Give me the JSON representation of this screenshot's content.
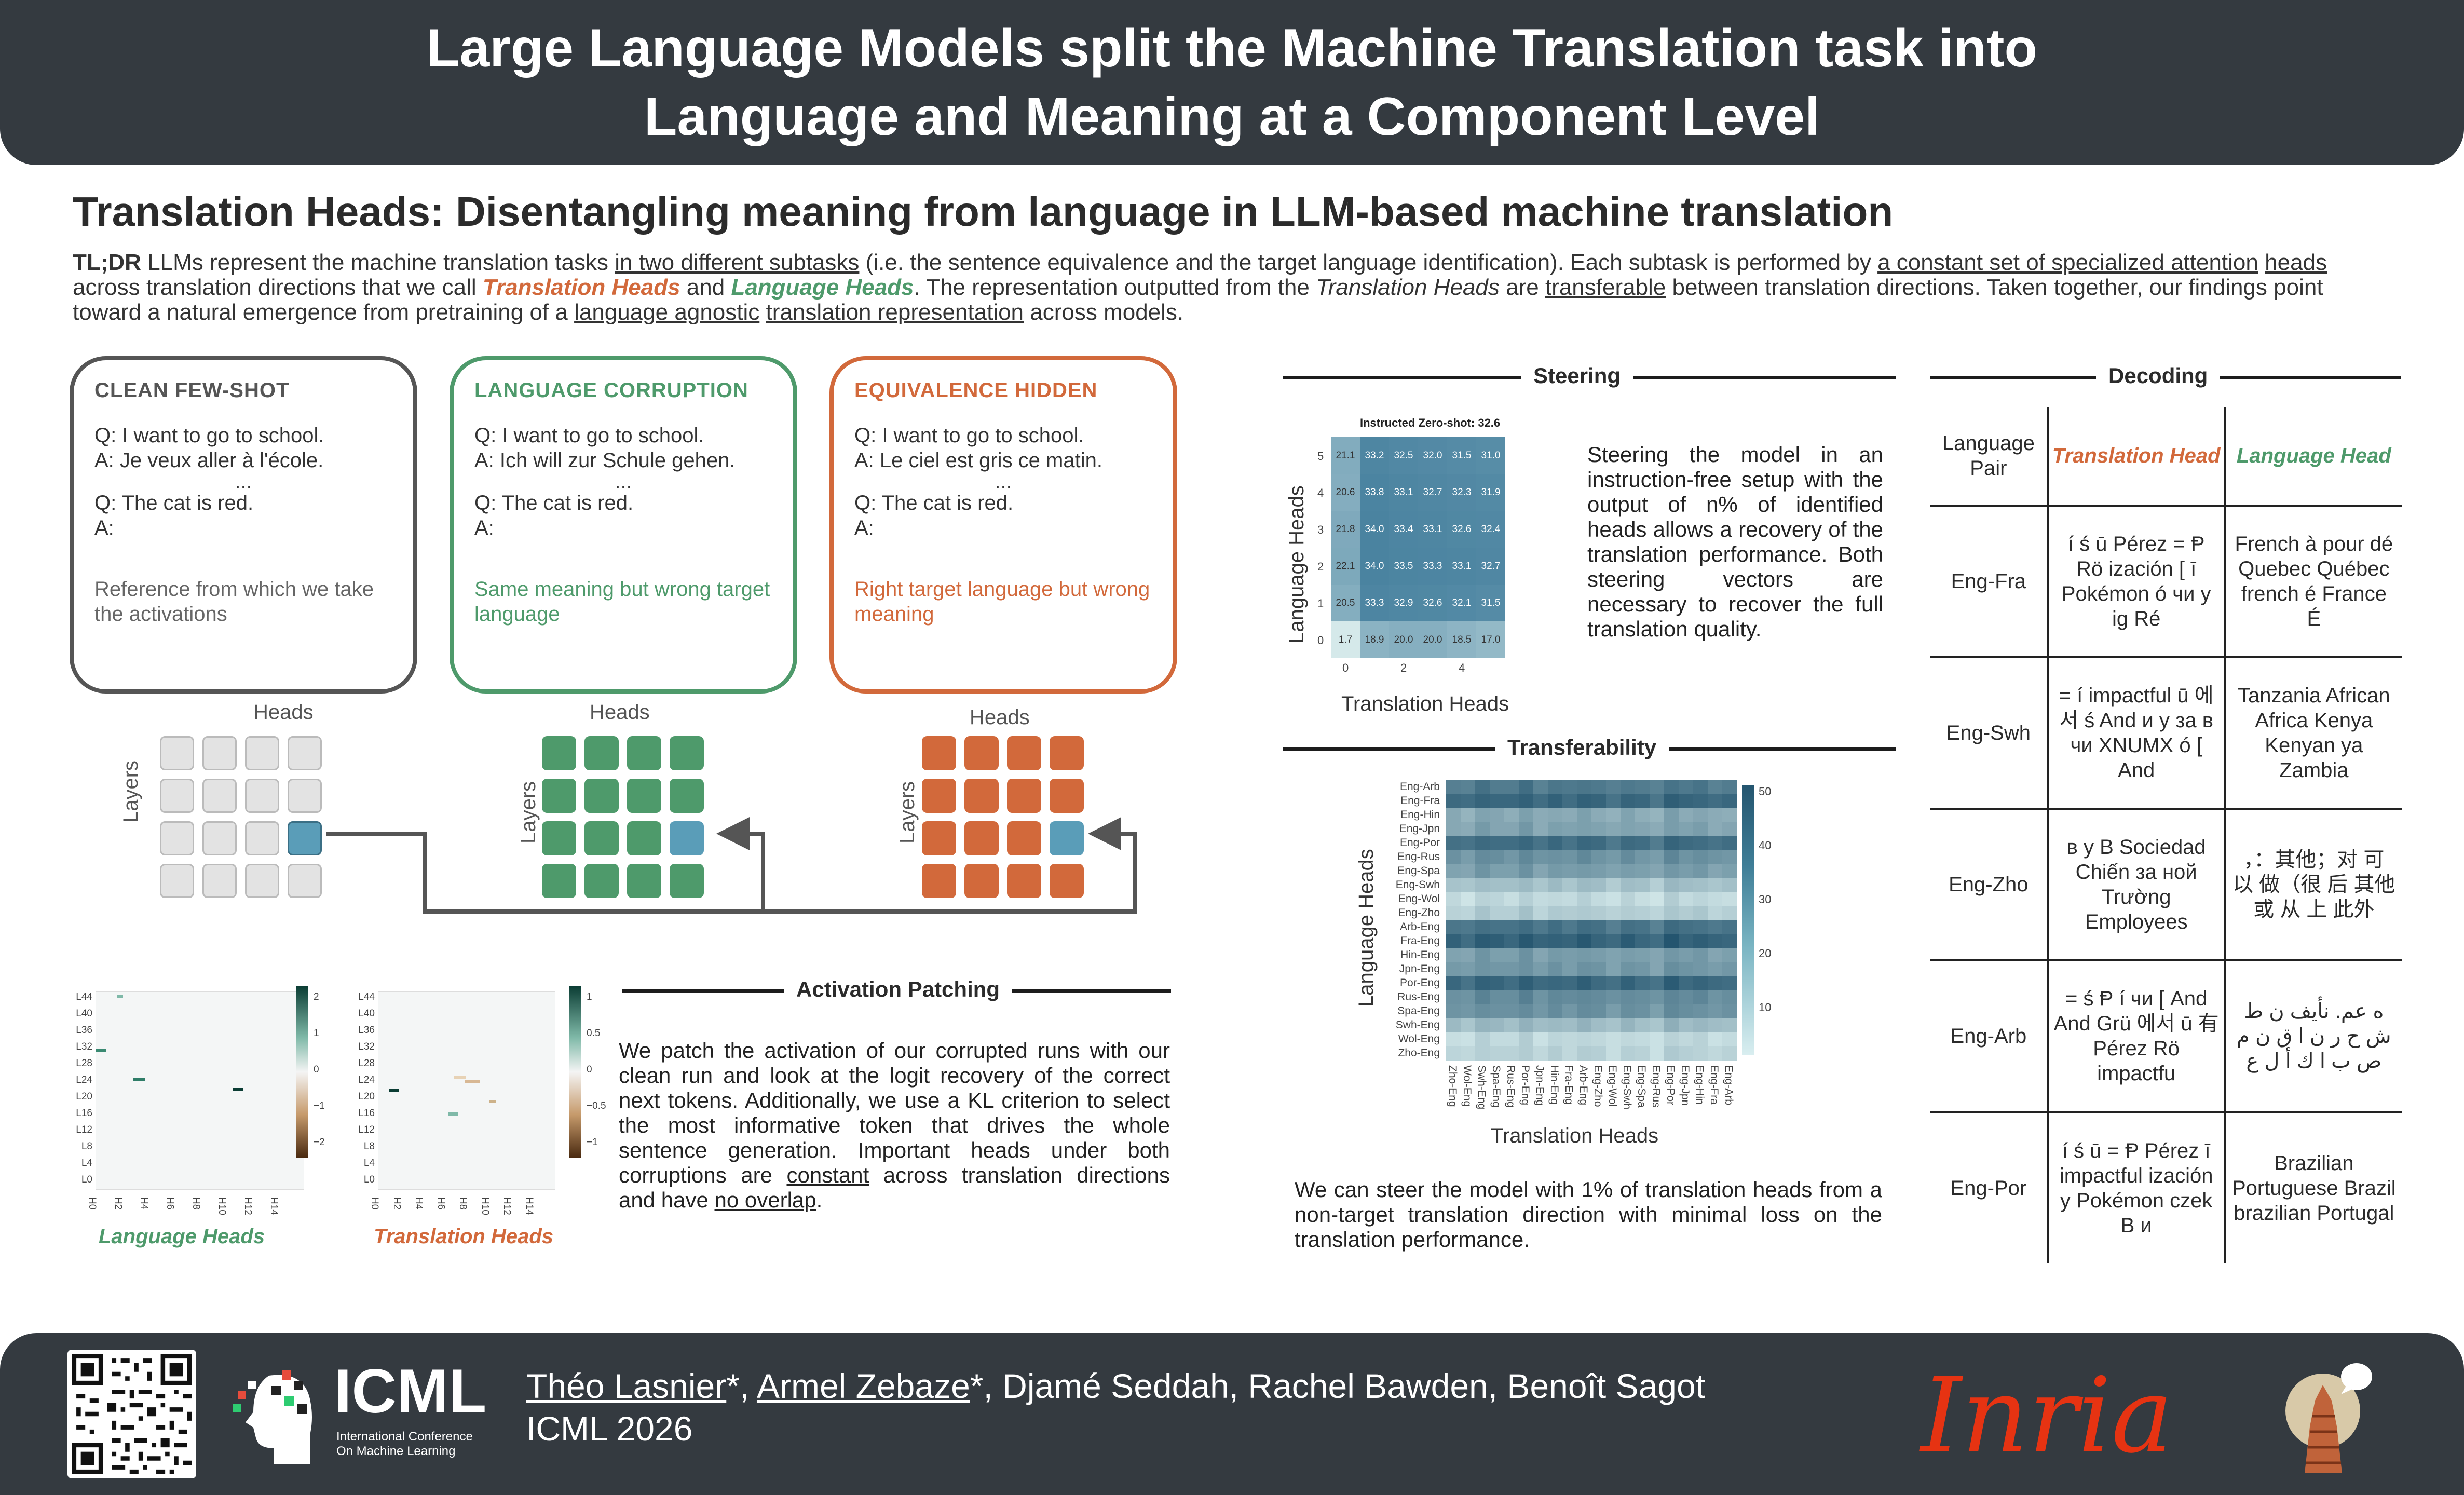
{
  "header": {
    "title_line1": "Large Language Models split the Machine Translation task into",
    "title_line2": "Language and Meaning at a Component Level"
  },
  "subtitle": "Translation Heads: Disentangling meaning from language in LLM-based machine translation",
  "tldr": {
    "label": "TL;DR",
    "p1": " LLMs represent the machine translation tasks ",
    "u1": "in two different subtasks",
    "p2": " (i.e. the sentence equivalence and the target language identification). Each subtask is performed by ",
    "u2": "a constant set of specialized attention",
    "p3": " ",
    "u3": "heads",
    "p4": " across translation directions that we call ",
    "th": "Translation Heads",
    "p5": " and ",
    "lh": "Language Heads",
    "p6": ". The representation outputted from the ",
    "th2": "Translation Heads",
    "p7": " are ",
    "u4": "transferable",
    "p8": " between translation directions. Taken together, our findings point toward a natural emergence from pretraining of a ",
    "u5": "language agnostic",
    "p9": " ",
    "u6": "translation representation",
    "p10": " across models."
  },
  "colors": {
    "dark": "#343a40",
    "orange": "#d2693b",
    "green": "#4e9a6b",
    "teal": "#4f93ad",
    "gray": "#666666"
  },
  "boxes": [
    {
      "title": "CLEAN FEW-SHOT",
      "lines": [
        "Q: I want to go to school.",
        "A: Je veux aller à l'école.",
        "...",
        "Q: The cat is red.",
        "A:"
      ],
      "foot": "Reference from which we take the activations"
    },
    {
      "title": "LANGUAGE CORRUPTION",
      "lines": [
        "Q: I want to go to school.",
        "A: Ich will zur Schule gehen.",
        "...",
        "Q: The cat is red.",
        "A:"
      ],
      "foot": "Same meaning but wrong target language"
    },
    {
      "title": "EQUIVALENCE HIDDEN",
      "lines": [
        "Q: I want to go to school.",
        "A: Le ciel est gris ce matin.",
        "...",
        "Q: The cat is red.",
        "A:"
      ],
      "foot": "Right target language but wrong meaning"
    }
  ],
  "grid_labels": {
    "heads": "Heads",
    "layers": "Layers"
  },
  "patching": {
    "title": "Activation Patching",
    "text_a": "We patch the activation of our corrupted runs with our clean run and look at the logit recovery of the correct next tokens. Additionally, we use a KL criterion to select the most informative token that drives the whole sentence generation. Important heads under both corruptions are ",
    "u1": "constant",
    "text_b": " across translation directions and have ",
    "u2": "no overlap",
    "text_c": ".",
    "lh_label": "Language Heads",
    "th_label": "Translation Heads",
    "y_ticks": [
      "L44",
      "L40",
      "L36",
      "L32",
      "L28",
      "L24",
      "L20",
      "L16",
      "L12",
      "L8",
      "L4",
      "L0"
    ],
    "x_ticks": [
      "H0",
      "H2",
      "H4",
      "H6",
      "H8",
      "H10",
      "H12",
      "H14"
    ],
    "cbar_lh": [
      "2",
      "1",
      "0",
      "−1",
      "−2"
    ],
    "cbar_th": [
      "1",
      "0.5",
      "0",
      "−0.5",
      "−1"
    ]
  },
  "steering": {
    "title": "Steering",
    "text_a": "Steering the model in an instruction-free setup with the output of n% of identified heads allows a recovery of the translation performance. Both steering vectors are necessary to recover the full translation quality.",
    "heatmap_title": "Instructed Zero-shot: 32.6",
    "xlabel": "Translation Heads",
    "ylabel": "Language Heads",
    "x_ticks": [
      "0",
      "2",
      "4"
    ],
    "y_ticks": [
      "5",
      "4",
      "3",
      "2",
      "1",
      "0"
    ],
    "grid": [
      [
        "21.1",
        "33.2",
        "32.5",
        "32.0",
        "31.5",
        "31.0"
      ],
      [
        "20.6",
        "33.8",
        "33.1",
        "32.7",
        "32.3",
        "31.9"
      ],
      [
        "21.8",
        "34.0",
        "33.4",
        "33.1",
        "32.6",
        "32.4"
      ],
      [
        "22.1",
        "34.0",
        "33.5",
        "33.3",
        "33.1",
        "32.7"
      ],
      [
        "20.5",
        "33.3",
        "32.9",
        "32.6",
        "32.1",
        "31.5"
      ],
      [
        "1.7",
        "18.9",
        "20.0",
        "20.0",
        "18.5",
        "17.0"
      ]
    ]
  },
  "transferability": {
    "title": "Transferability",
    "xlabel": "Translation Heads",
    "ylabel": "Language Heads",
    "rows": [
      "Eng-Arb",
      "Eng-Fra",
      "Eng-Hin",
      "Eng-Jpn",
      "Eng-Por",
      "Eng-Rus",
      "Eng-Spa",
      "Eng-Swh",
      "Eng-Wol",
      "Eng-Zho",
      "Arb-Eng",
      "Fra-Eng",
      "Hin-Eng",
      "Jpn-Eng",
      "Por-Eng",
      "Rus-Eng",
      "Spa-Eng",
      "Swh-Eng",
      "Wol-Eng",
      "Zho-Eng"
    ],
    "cols": [
      "Zho-Eng",
      "Wol-Eng",
      "Swh-Eng",
      "Spa-Eng",
      "Rus-Eng",
      "Por-Eng",
      "Jpn-Eng",
      "Hin-Eng",
      "Fra-Eng",
      "Arb-Eng",
      "Eng-Zho",
      "Eng-Wol",
      "Eng-Swh",
      "Eng-Spa",
      "Eng-Rus",
      "Eng-Por",
      "Eng-Jpn",
      "Eng-Hin",
      "Eng-Fra",
      "Eng-Arb"
    ],
    "cbar": [
      "50",
      "40",
      "30",
      "20",
      "10"
    ],
    "text": "We can steer the model with 1% of translation heads from a non-target translation direction with minimal loss on the translation performance."
  },
  "decoding": {
    "title": "Decoding",
    "headers": [
      "Language Pair",
      "Translation Head",
      "Language Head"
    ],
    "rows": [
      [
        "Eng-Fra",
        "í ś ū Pérez = Ᵽ Rö ización [ ī Pokémon ó чи y ig Ré",
        "French à pour dé Quebec Québec french é France É"
      ],
      [
        "Eng-Swh",
        "= í impactful ū 에서 ś And и y за в чи XNUMX ó [ And",
        "Tanzania African Africa Kenya Kenyan ya Zambia"
      ],
      [
        "Eng-Zho",
        "в y B Sociedad Chiến за ной Trường Employees",
        "，：其他；对 可 以 做（很 后 其他 或 从 上 此外"
      ],
      [
        "Eng-Arb",
        "= ś Ᵽ í чи [ And And Grü 에서 ū 有 Pérez Rö impactfu",
        "ه عم. نأيف ن ط ش ح ر ن ا ق ن م ص ب ا ك أ ل ع"
      ],
      [
        "Eng-Por",
        "í ś ū = Ᵽ Pérez ī impactful ización y Pokémon czek B и",
        "Brazilian Portuguese Brazil brazilian Portugal"
      ]
    ]
  },
  "footer": {
    "author1": "Théo Lasnier",
    "mark1": "*, ",
    "author2": "Armel Zebaze",
    "rest": "*, Djamé Seddah, Rachel Bawden, Benoît Sagot",
    "venue": "ICML 2026",
    "icml_logo": "ICML",
    "icml_sub1": "International Conference",
    "icml_sub2": "On Machine Learning",
    "inria_logo": "Inria"
  }
}
